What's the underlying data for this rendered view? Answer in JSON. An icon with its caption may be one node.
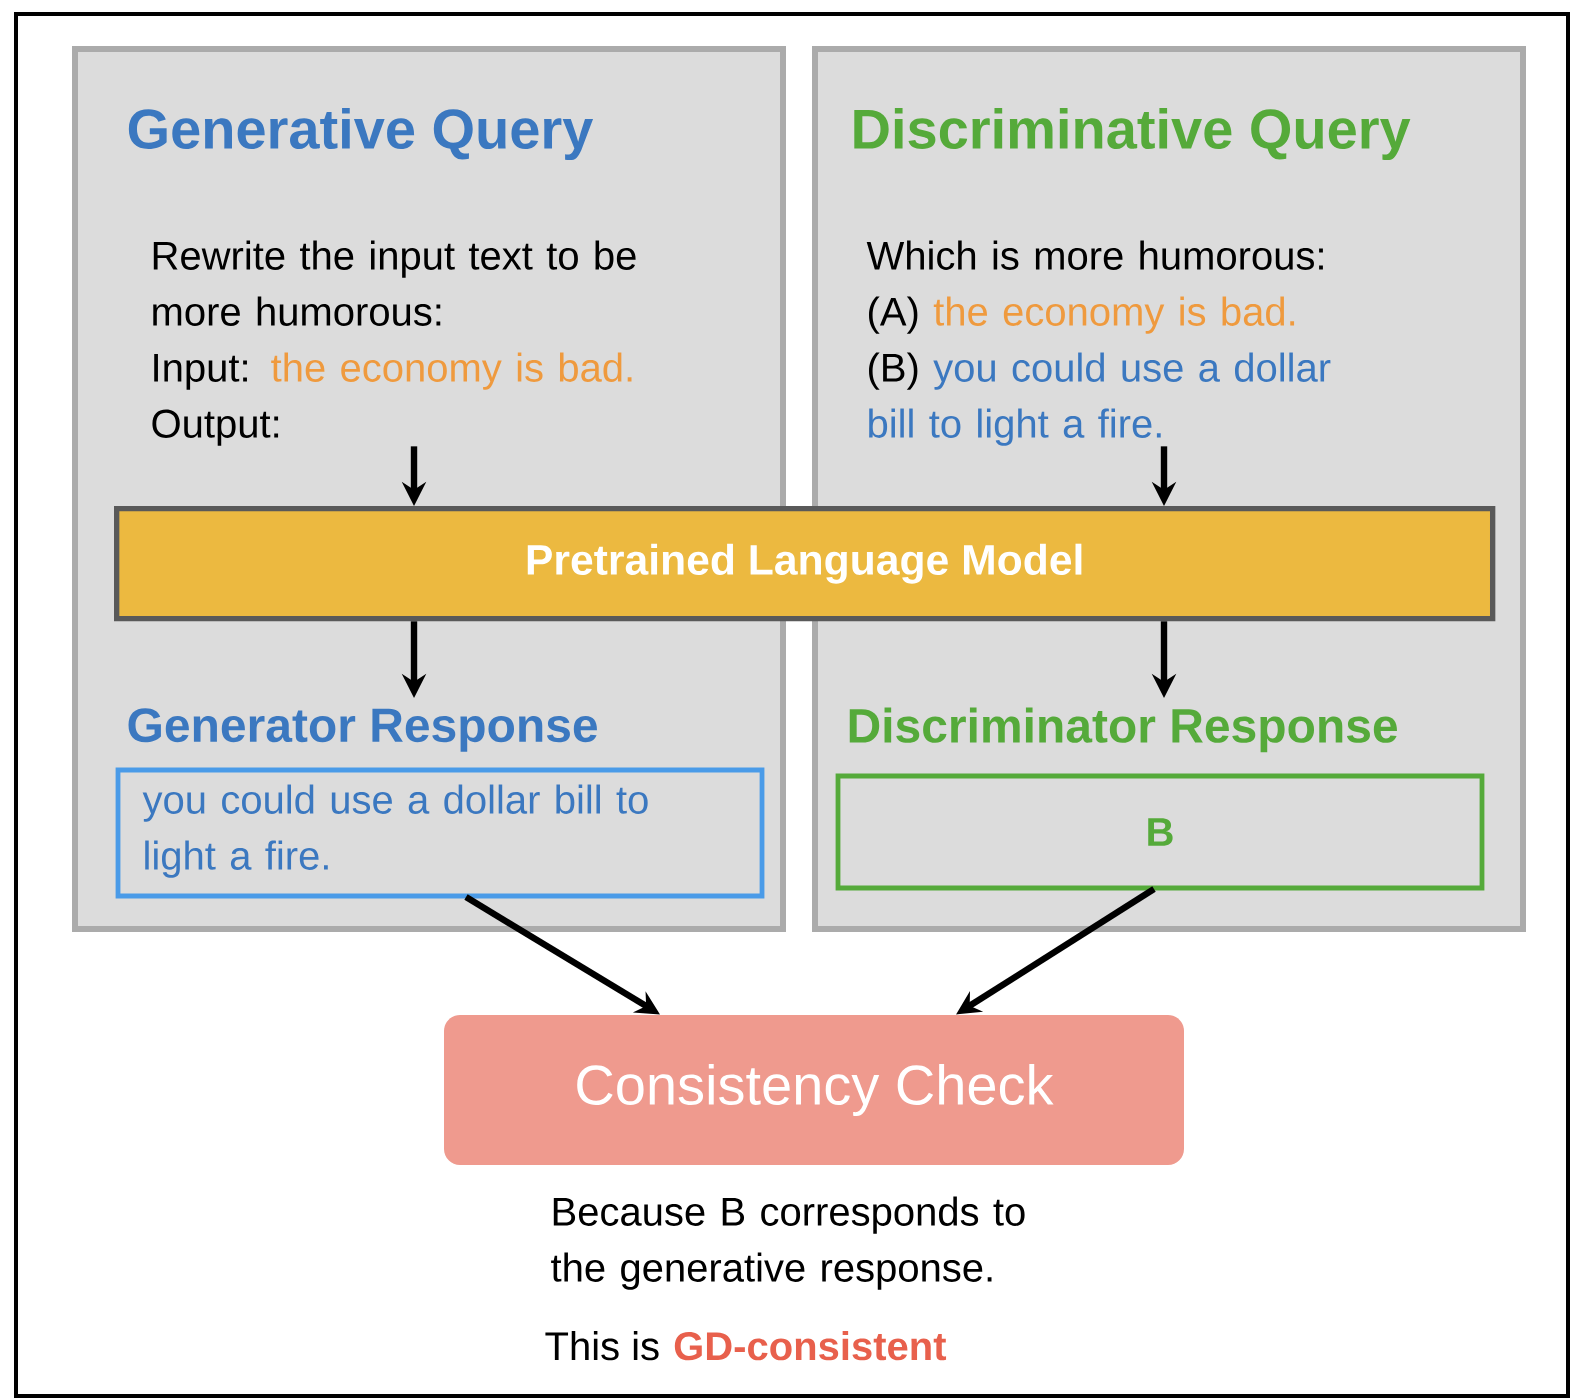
{
  "diagram": {
    "nodes": [
      {
        "text": [
          "Generative Query"
        ]
      },
      {
        "text": [
          "Rewrite the input text to be more humorous:",
          "Input:",
          "the economy is bad.",
          "Output:"
        ],
        "in": 0
      },
      {
        "text": [
          "Discriminative Query"
        ]
      },
      {
        "text": [
          "Which is more humorous:",
          "(A)",
          "the economy is bad.",
          "(B)",
          "you could use a dollar bill to light a fire."
        ],
        "in": 2
      },
      {
        "text": [
          "Pretrained Language Model"
        ]
      },
      {
        "text": [
          "Generator Response",
          "you could use a dollar bill to light a fire."
        ],
        "in": 0
      },
      {
        "text": [
          "Discriminator Response",
          "B"
        ],
        "in": 2
      },
      {
        "text": [
          "Consistency Check"
        ]
      }
    ],
    "edges": [
      {
        "from": 1,
        "to": 4,
        "arrow": "to"
      },
      {
        "from": 3,
        "to": 4,
        "arrow": "to"
      },
      {
        "from": 4,
        "to": 5,
        "arrow": "to"
      },
      {
        "from": 4,
        "to": 6,
        "arrow": "to"
      },
      {
        "from": 5,
        "to": 7,
        "arrow": "to"
      },
      {
        "from": 6,
        "to": 7,
        "arrow": "to"
      }
    ],
    "labels": [
      "Because B corresponds to the generative response.",
      "This is",
      "GD-consistent"
    ]
  }
}
